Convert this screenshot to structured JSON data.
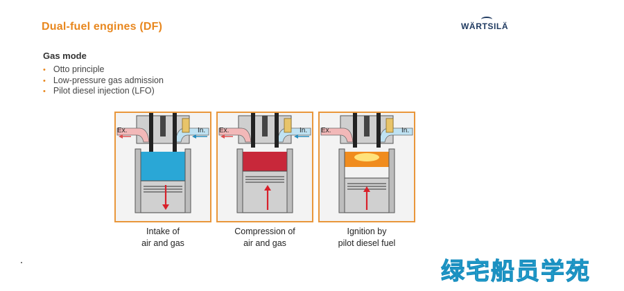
{
  "header": {
    "title": "Dual-fuel engines (DF)",
    "logo": "WÄRTSILÄ"
  },
  "section": {
    "heading": "Gas mode",
    "bullets": [
      "Otto principle",
      "Low-pressure gas admission",
      "Pilot diesel injection (LFO)"
    ]
  },
  "diagrams": [
    {
      "exhaust_label": "Ex.",
      "intake_label": "In.",
      "caption_line1": "Intake of",
      "caption_line2": "air and gas",
      "chamber_color": "#2aa7d6"
    },
    {
      "exhaust_label": "Ex.",
      "intake_label": "In.",
      "caption_line1": "Compression of",
      "caption_line2": "air and gas",
      "chamber_color": "#c8283a"
    },
    {
      "exhaust_label": "Ex.",
      "intake_label": "In.",
      "caption_line1": "Ignition by",
      "caption_line2": "pilot diesel fuel",
      "chamber_color": "#f08c1e"
    }
  ],
  "watermark": {
    "text": "绿宅船员学苑"
  },
  "colors": {
    "accent": "#e8871e",
    "panel_border": "#e9963a",
    "arrow": "#d8202a"
  }
}
